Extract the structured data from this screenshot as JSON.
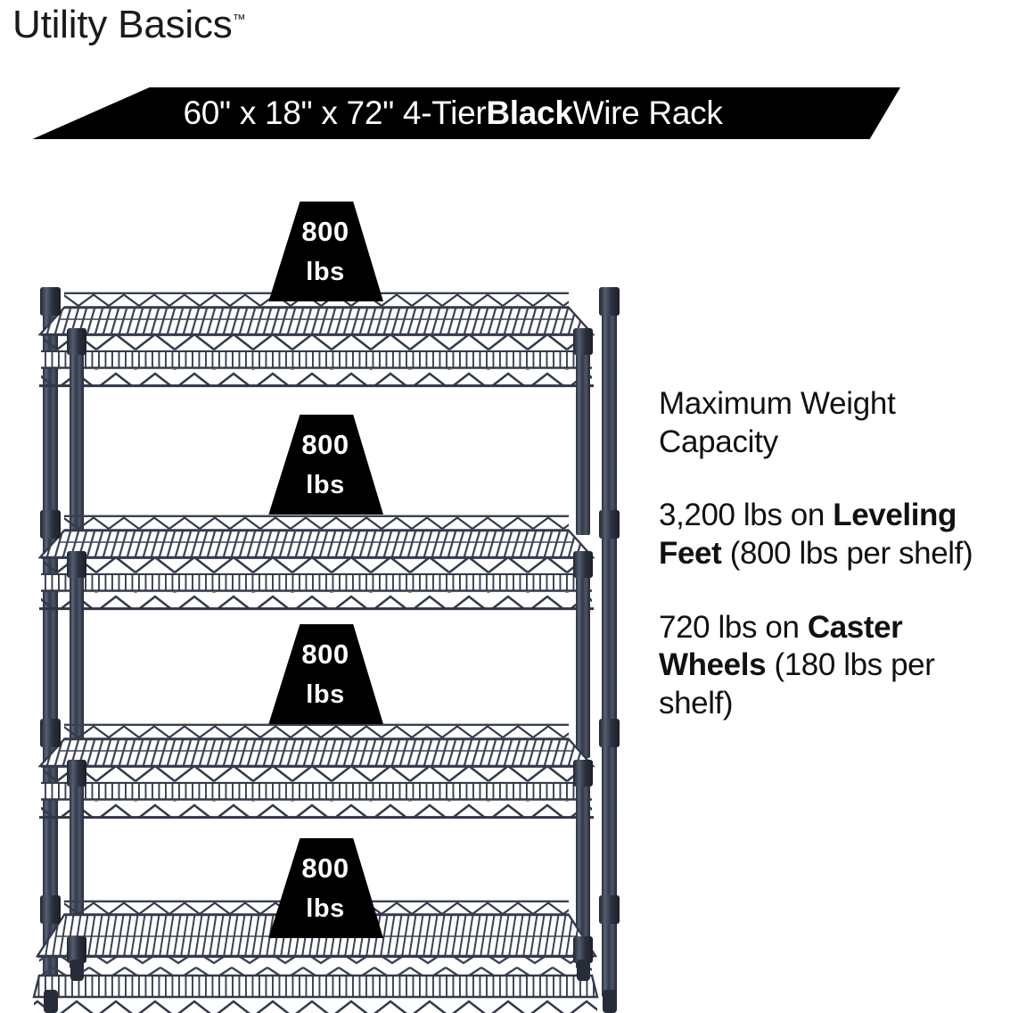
{
  "brand": {
    "name": "Utility Basics",
    "trademark": "™"
  },
  "banner": {
    "text_prefix": "60\" x 18\" x 72\" 4-Tier ",
    "text_bold": "Black",
    "text_suffix": " Wire Rack",
    "background": "#000000",
    "text_color": "#ffffff"
  },
  "product": {
    "type": "4-tier wire shelving rack",
    "tier_count": 4,
    "frame_color": "#333a49",
    "badges": [
      {
        "value": "800",
        "unit": "lbs",
        "tier": 1
      },
      {
        "value": "800",
        "unit": "lbs",
        "tier": 2
      },
      {
        "value": "800",
        "unit": "lbs",
        "tier": 3
      },
      {
        "value": "800",
        "unit": "lbs",
        "tier": 4
      }
    ]
  },
  "specs": {
    "heading": "Maximum Weight Capacity",
    "leveling": {
      "lead": "3,200 lbs on ",
      "bold": "Leveling Feet",
      "tail": " (800 lbs per shelf)"
    },
    "casters": {
      "lead": "720 lbs on ",
      "bold": "Caster Wheels",
      "tail": " (180 lbs per shelf)"
    }
  }
}
